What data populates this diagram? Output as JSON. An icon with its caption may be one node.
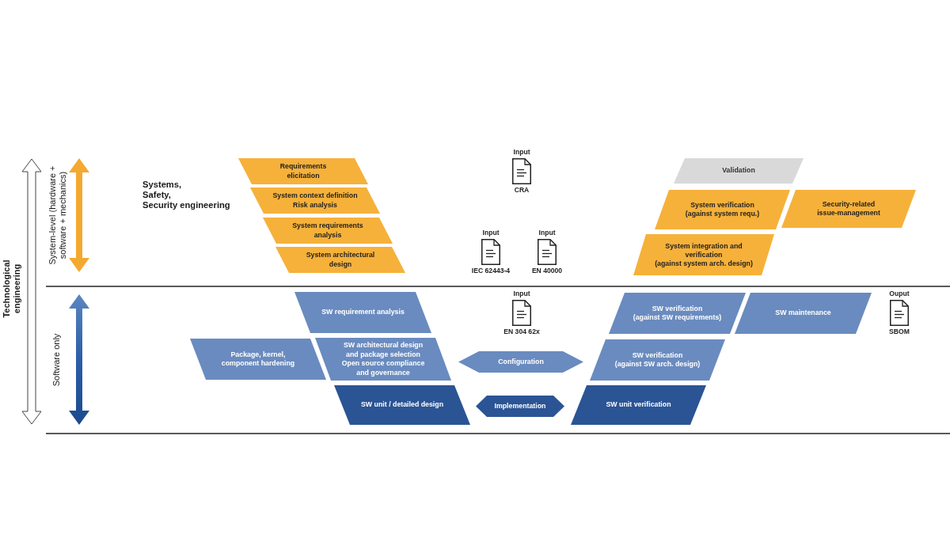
{
  "diagram": {
    "nodes": [
      {
        "text": [
          "Requirements elicitation"
        ]
      },
      {
        "text": [
          "System context definition",
          "Risk analysis"
        ]
      },
      {
        "text": [
          "System requirements analysis"
        ]
      },
      {
        "text": [
          "System architectural design"
        ]
      },
      {
        "text": [
          "Input",
          "CRA"
        ]
      },
      {
        "text": [
          "Input",
          "IEC 62443-4"
        ]
      },
      {
        "text": [
          "Input",
          "EN 40000"
        ]
      },
      {
        "text": [
          "Validation"
        ]
      },
      {
        "text": [
          "System verification (against system requ.)"
        ]
      },
      {
        "text": [
          "Security-related issue-management"
        ]
      },
      {
        "text": [
          "System integration and verification (against system arch. design)"
        ]
      },
      {
        "text": [
          "SW requirement analysis"
        ]
      },
      {
        "text": [
          "Input",
          "EN 304 62x"
        ]
      },
      {
        "text": [
          "SW verification (against SW requirements)"
        ]
      },
      {
        "text": [
          "SW maintenance"
        ]
      },
      {
        "text": [
          "Ouput",
          "SBOM"
        ]
      },
      {
        "text": [
          "Package, kernel, component hardening"
        ]
      },
      {
        "text": [
          "SW architectural design and package selection",
          "Open source compliance and governance"
        ]
      },
      {
        "text": [
          "Configuration"
        ]
      },
      {
        "text": [
          "SW verification (against SW arch. design)"
        ]
      },
      {
        "text": [
          "SW unit / detailed design"
        ]
      },
      {
        "text": [
          "Implementation"
        ]
      },
      {
        "text": [
          "SW unit verification"
        ]
      }
    ],
    "labels": [
      "Technological engineering",
      "System-level (hardware + software + mechanics)",
      "Systems, Safety, Security engineering",
      "Software only"
    ]
  }
}
